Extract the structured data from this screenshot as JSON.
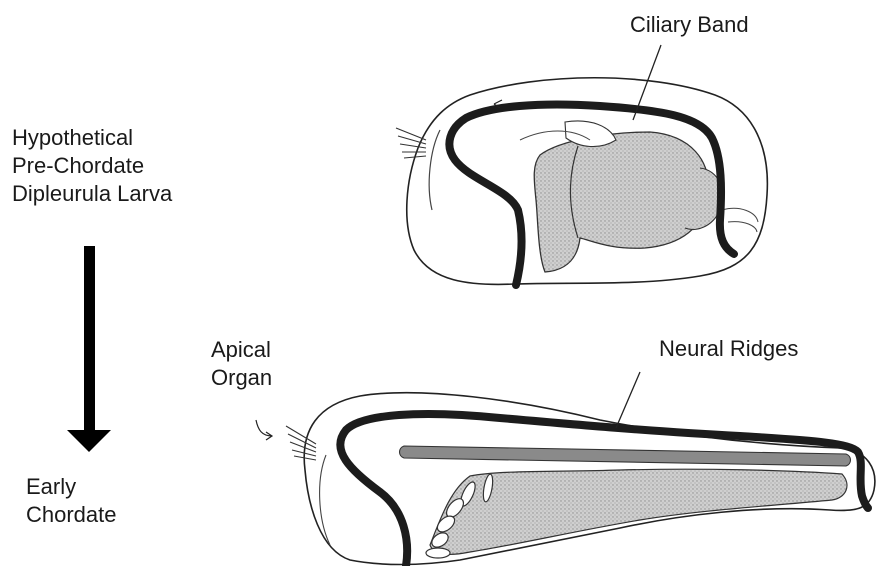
{
  "diagram": {
    "stage_top": {
      "lines": [
        "Hypothetical",
        "Pre-Chordate",
        "Dipleurula Larva"
      ]
    },
    "stage_bottom": {
      "lines": [
        "Early",
        "Chordate"
      ]
    },
    "labels": {
      "ciliary_band": "Ciliary Band",
      "apical_organ": [
        "Apical",
        "Organ"
      ],
      "neural_ridges": "Neural Ridges"
    }
  }
}
